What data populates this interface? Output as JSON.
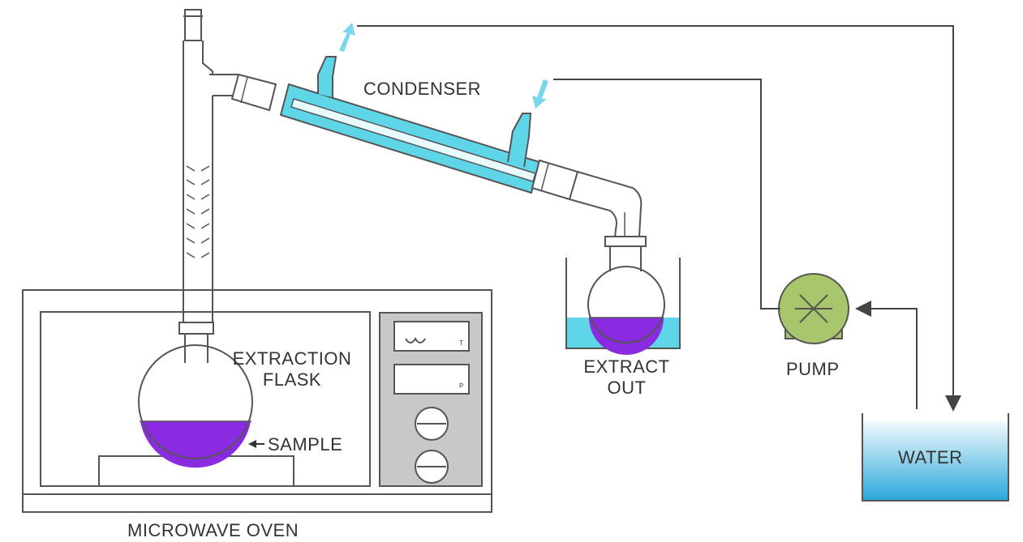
{
  "labels": {
    "condenser": "CONDENSER",
    "extraction_flask_line1": "EXTRACTION",
    "extraction_flask_line2": "FLASK",
    "sample": "SAMPLE",
    "extract_out_line1": "EXTRACT",
    "extract_out_line2": "OUT",
    "pump": "PUMP",
    "water": "WATER",
    "microwave_oven": "MICROWAVE OVEN",
    "gauge_t": "T",
    "gauge_p": "P"
  },
  "colors": {
    "sample_liquid": "#8a2be2",
    "coolant": "#5fd6e8",
    "water_bath_top": "#eaf6fb",
    "water_bath_bottom": "#2aa7d9",
    "pump": "#a8c66c",
    "flow_arrow": "#7ad6ee",
    "outline": "#555555"
  }
}
